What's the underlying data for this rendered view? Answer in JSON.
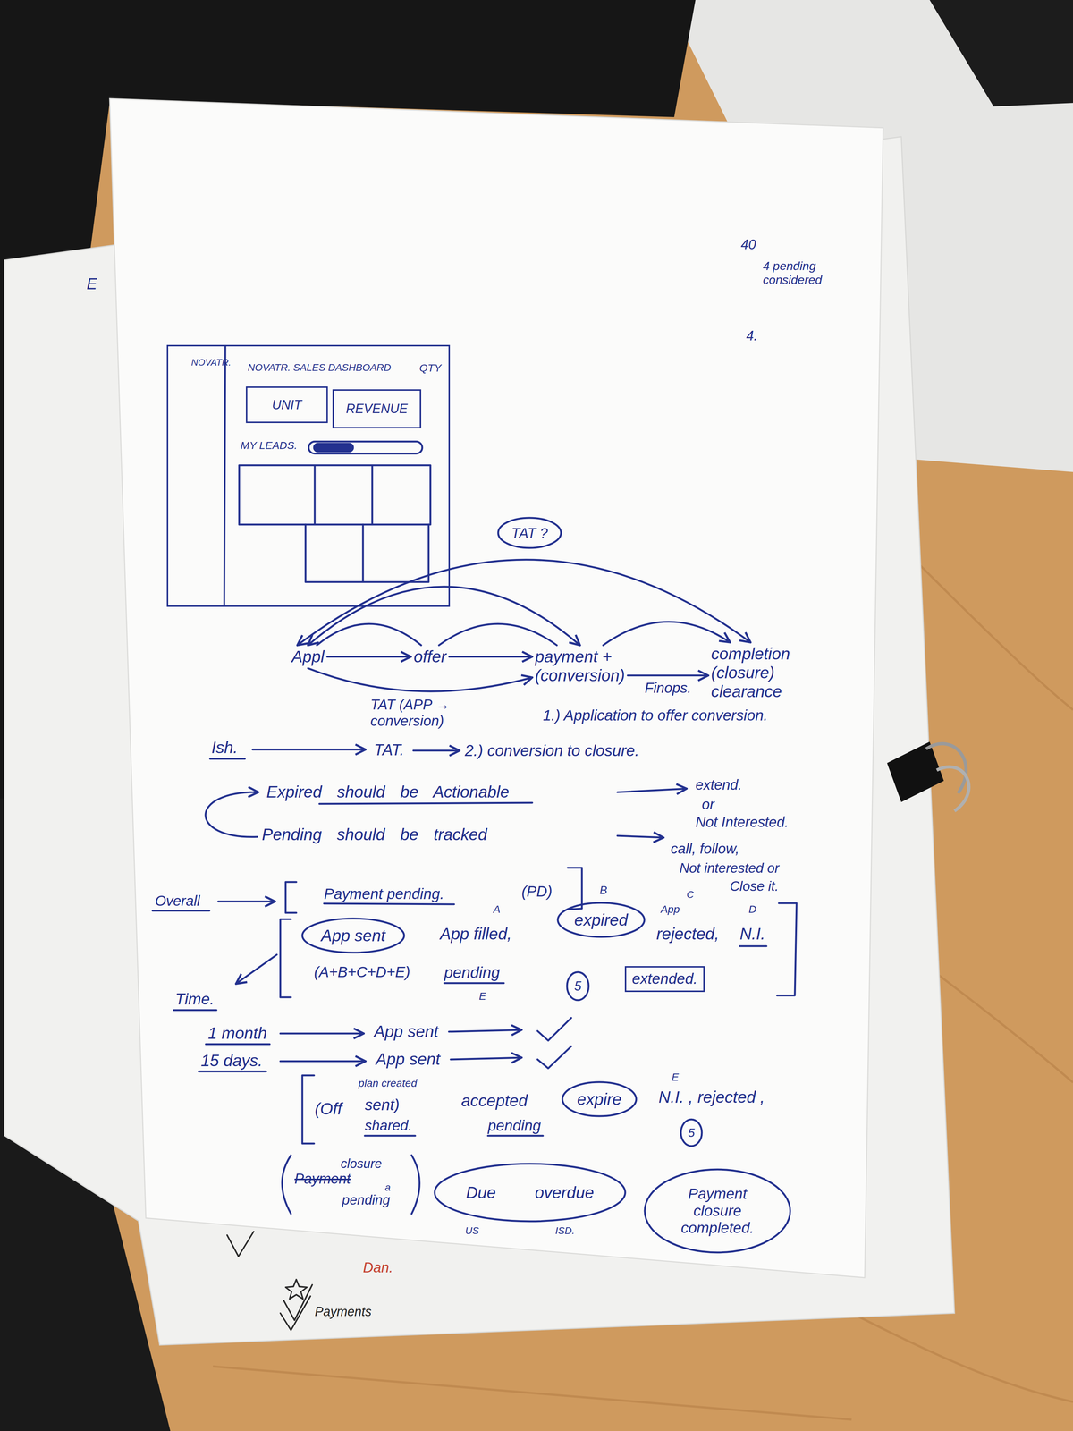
{
  "diagram": {
    "nodes": [
      {
        "text": [
          "NOVATR.",
          "NOVATR. SALES DASHBOARD",
          "QTY",
          "MY LEADS."
        ]
      },
      {
        "text": [
          "UNIT"
        ],
        "in": 0
      },
      {
        "text": [
          "REVENUE"
        ],
        "in": 0
      },
      {
        "text": [
          "TAT ?"
        ]
      },
      {
        "text": [
          "Appl"
        ]
      },
      {
        "text": [
          "offer"
        ]
      },
      {
        "text": [
          "payment +",
          "(conversion)"
        ]
      },
      {
        "text": [
          "completion",
          "(closure)",
          "clearance"
        ]
      },
      {
        "text": [
          "App sent"
        ]
      },
      {
        "text": [
          "expired"
        ]
      },
      {
        "text": [
          "5"
        ]
      },
      {
        "text": [
          "extended."
        ]
      },
      {
        "text": [
          "expire"
        ]
      },
      {
        "text": [
          "5"
        ]
      },
      {
        "text": [
          "Due",
          "overdue"
        ]
      },
      {
        "text": [
          "Payment closure completed."
        ]
      }
    ],
    "edges": [
      {
        "from": 4,
        "to": 5,
        "arrow": "to"
      },
      {
        "from": 5,
        "to": 6,
        "arrow": "to"
      },
      {
        "from": 6,
        "to": 7,
        "arrow": "to",
        "label": "Finops."
      },
      {
        "from": 4,
        "to": 6,
        "arrow": "to",
        "label": "TAT (APP → conversion)"
      },
      {
        "from": 4,
        "to": 5,
        "arrow": "none"
      },
      {
        "from": 5,
        "to": 6,
        "arrow": "none"
      },
      {
        "from": 6,
        "to": 7,
        "arrow": "to"
      },
      {
        "from": 4,
        "to": 6,
        "arrow": "both"
      },
      {
        "from": 4,
        "to": 7,
        "arrow": "both"
      }
    ],
    "labels": [
      "40",
      "4 pending considered",
      "4.",
      "E",
      "1.) Application to offer conversion.",
      "Ish.",
      "TAT.",
      "2.) conversion to closure.",
      "Expired should be Actionable",
      "extend.",
      "or",
      "Not Interested.",
      "Pending should be tracked",
      "call, follow,",
      "Not interested or",
      "Close it.",
      "Overall",
      "Payment pending.",
      "(PD)",
      "A",
      "App filled,",
      "B",
      "C",
      "App",
      "rejected,",
      "D",
      "N.I.",
      "(A+B+C+D+E)",
      "pending",
      "E",
      "Time.",
      "1 month",
      "App sent",
      "15 days.",
      "App sent",
      "(Off",
      "plan created",
      "sent)",
      "shared.",
      "accepted",
      "pending",
      "E",
      "N.I. , rejected ,",
      "closure",
      "Payment",
      "a",
      "pending",
      "US",
      "ISD.",
      "Dan.",
      "Payments"
    ]
  }
}
